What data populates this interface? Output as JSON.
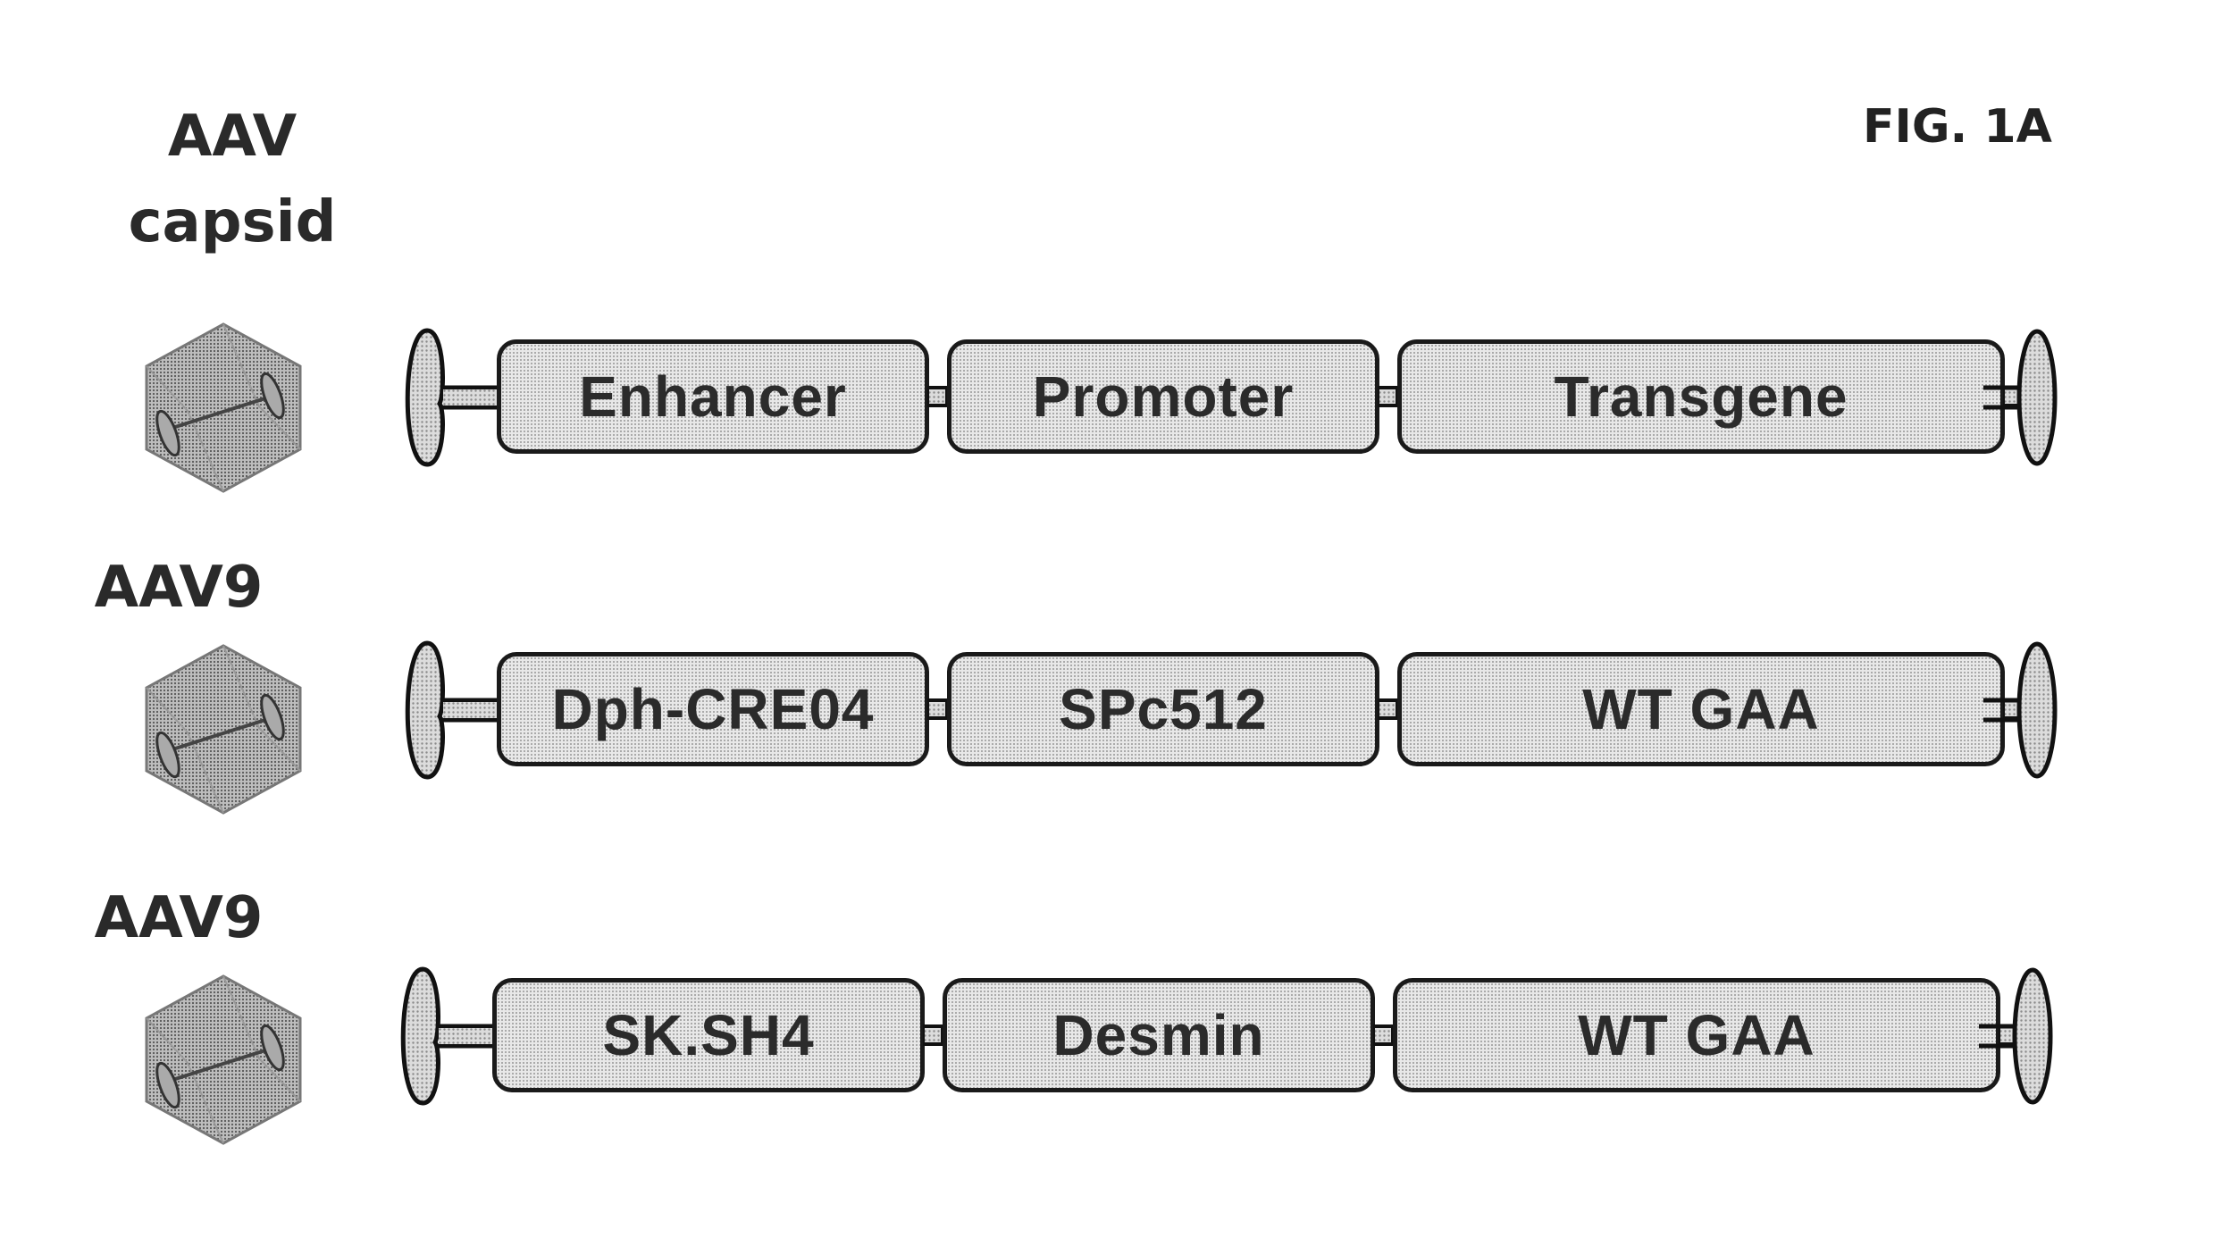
{
  "figure_label": "FIG. 1A",
  "rows": [
    {
      "capsid_label_lines": [
        "AAV",
        "capsid"
      ],
      "elements": [
        "Enhancer",
        "Promoter",
        "Transgene"
      ]
    },
    {
      "capsid_label_lines": [
        "AAV9"
      ],
      "elements": [
        "Dph-CRE04",
        "SPc512",
        "WT GAA"
      ]
    },
    {
      "capsid_label_lines": [
        "AAV9"
      ],
      "elements": [
        "SK.SH4",
        "Desmin",
        "WT GAA"
      ]
    }
  ],
  "icons": {
    "capsid": "aav-capsid-icon",
    "itr_left": "itr-hairpin-left-icon",
    "itr_right": "itr-hairpin-right-icon"
  }
}
